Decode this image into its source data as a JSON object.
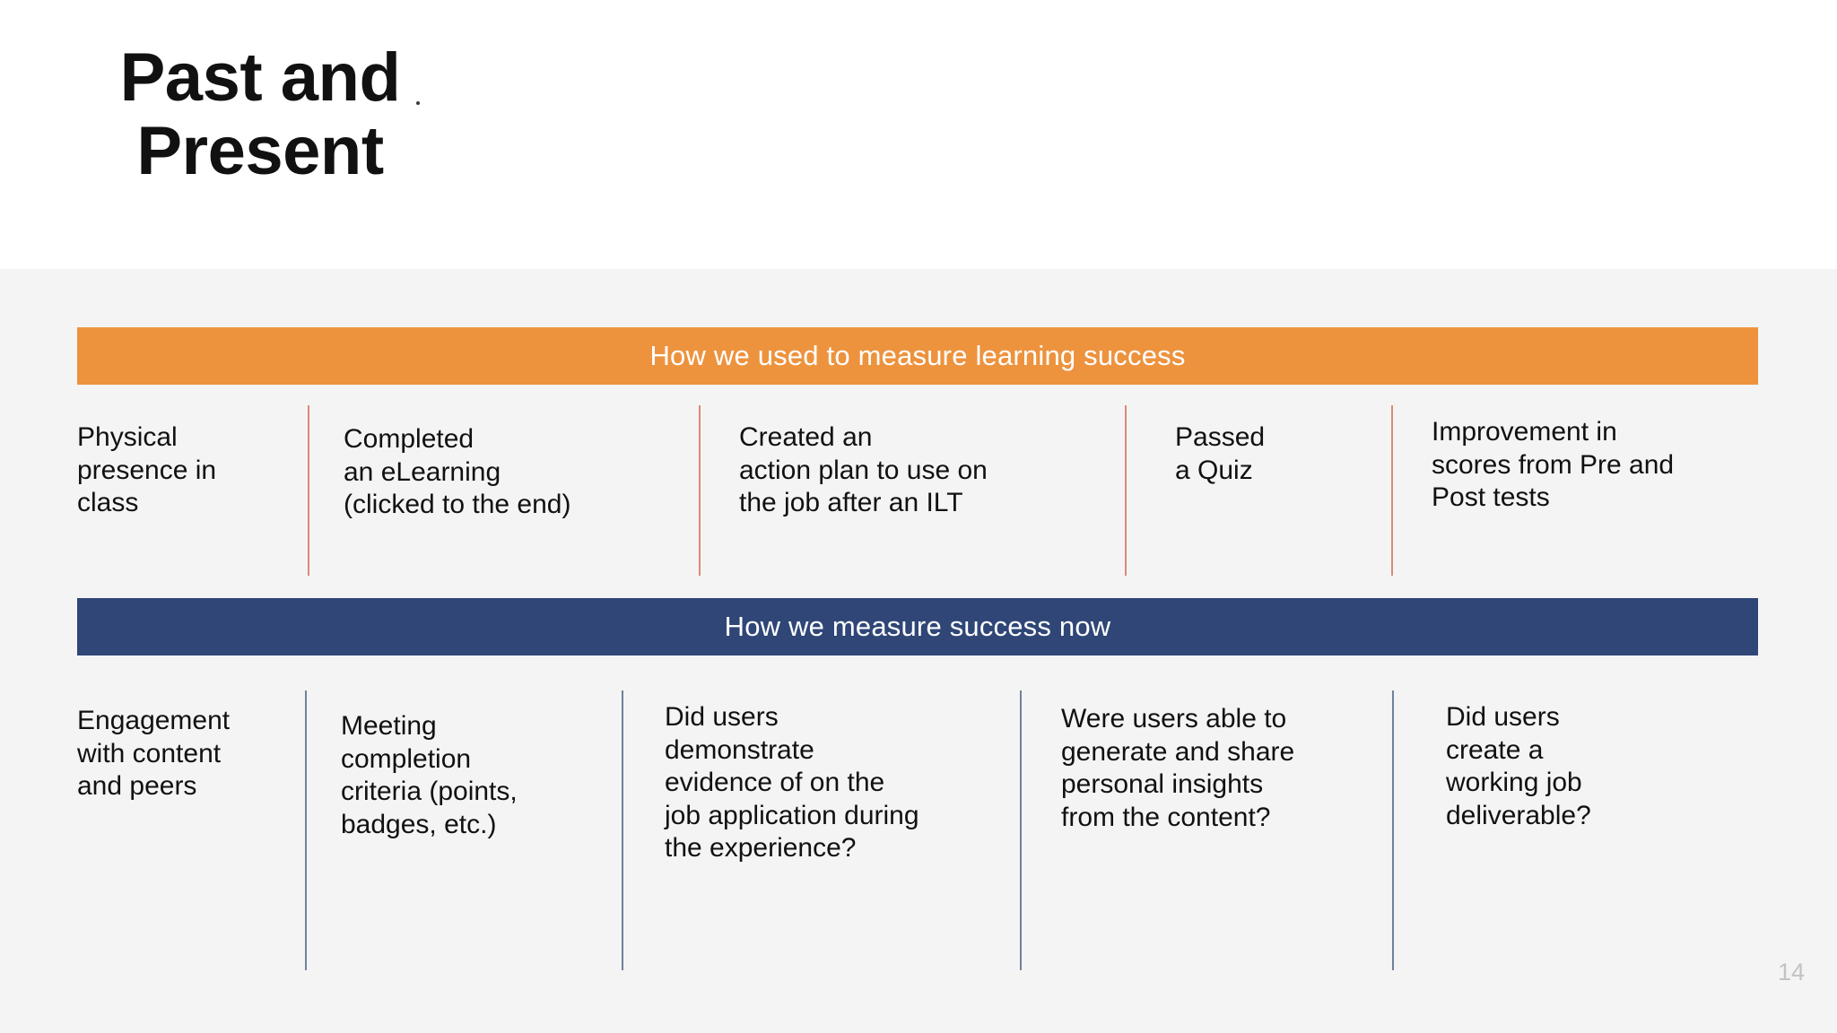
{
  "slide": {
    "title": "Past and\nPresent",
    "page_number": "14",
    "colors": {
      "past_bar": "#ed933e",
      "now_bar": "#2f4677",
      "past_divider": "#d98b72",
      "now_divider": "#6e8299",
      "body_background": "#f4f4f4",
      "header_background": "#ffffff",
      "bar_text": "#ffffff",
      "body_text": "#111111",
      "page_number_text": "#c3c3c3"
    }
  },
  "sections": [
    {
      "id": "past",
      "bar_label": "How we used to measure learning success",
      "columns": [
        "Physical\npresence in\nclass",
        "Completed\nan eLearning\n(clicked to the end)",
        "Created an\naction plan to use on\nthe job after an ILT",
        "Passed\na Quiz",
        "Improvement in\nscores from Pre and\nPost tests"
      ]
    },
    {
      "id": "now",
      "bar_label": "How we measure success now",
      "columns": [
        "Engagement\nwith content\nand peers",
        "Meeting\ncompletion\ncriteria (points,\nbadges, etc.)",
        "Did users\ndemonstrate\nevidence of on the\njob application during\nthe experience?",
        "Were users able to\ngenerate and share\npersonal insights\nfrom the content?",
        "Did users\ncreate a\nworking job\ndeliverable?"
      ]
    }
  ]
}
